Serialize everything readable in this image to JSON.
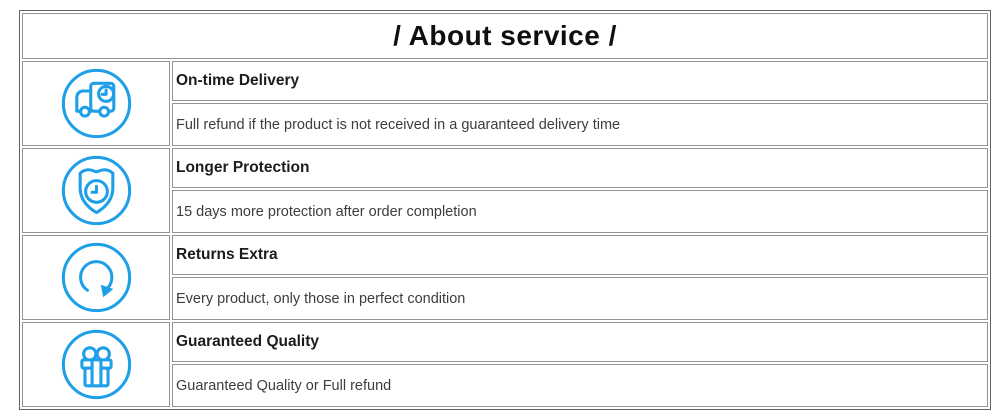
{
  "header": {
    "title": "/ About service /"
  },
  "colors": {
    "accent": "#1E9FE8",
    "outer_border": "#636363",
    "cell_border": "#949494",
    "title_text": "#1c1c1c",
    "description_text": "#3d3d3d"
  },
  "services": [
    {
      "icon": "truck-clock-icon",
      "title": "On-time Delivery",
      "description": "Full refund if the product is not received in a guaranteed delivery time"
    },
    {
      "icon": "shield-clock-icon",
      "title": "Longer Protection",
      "description": "15 days more protection after order completion"
    },
    {
      "icon": "circular-arrow-icon",
      "title": "Returns Extra",
      "description": "Every product, only those in perfect condition"
    },
    {
      "icon": "gift-box-icon",
      "title": "Guaranteed Quality",
      "description": "Guaranteed Quality or Full refund"
    }
  ]
}
